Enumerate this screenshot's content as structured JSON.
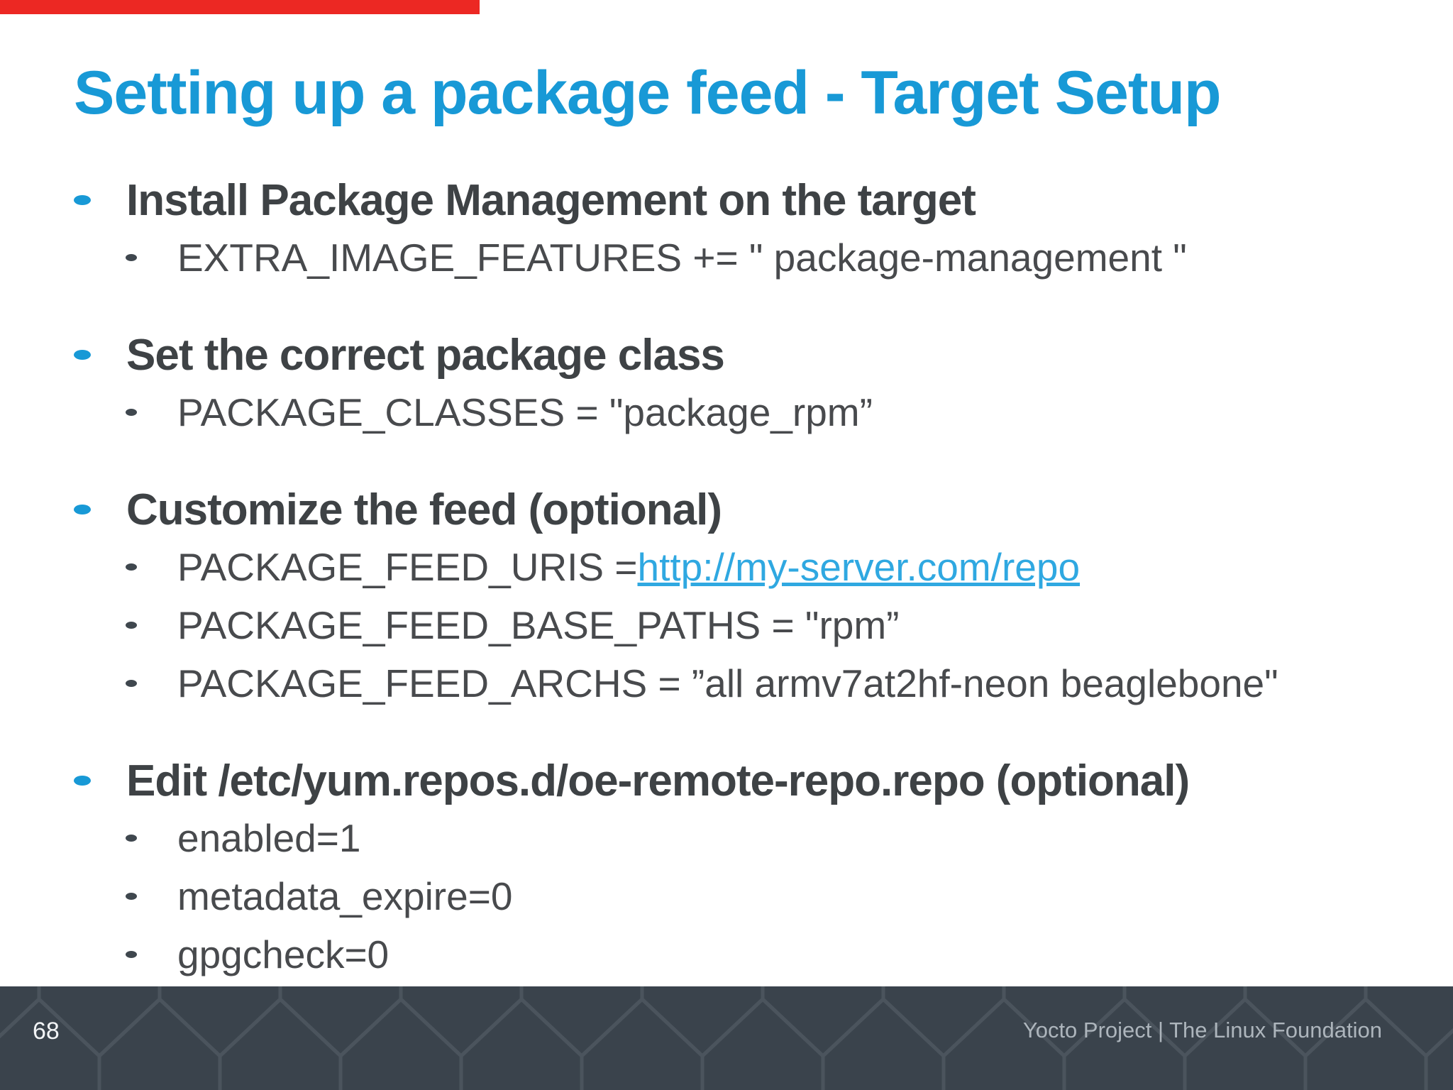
{
  "video_overlay": {
    "progress_color": "#ec2823",
    "progress_percent": 33
  },
  "slide": {
    "title": "Setting up a package feed - Target Setup",
    "title_color": "#1899d6",
    "sections": [
      {
        "heading": "Install Package Management on the target",
        "items": [
          {
            "text": "EXTRA_IMAGE_FEATURES += \" package-management \""
          }
        ]
      },
      {
        "heading": "Set the correct package class",
        "items": [
          {
            "text": "PACKAGE_CLASSES = \"package_rpm”"
          }
        ]
      },
      {
        "heading": "Customize the feed (optional)",
        "items": [
          {
            "prefix": "PACKAGE_FEED_URIS = ",
            "link": "http://my-server.com/repo"
          },
          {
            "text": "PACKAGE_FEED_BASE_PATHS = \"rpm”"
          },
          {
            "text": "PACKAGE_FEED_ARCHS = ”all armv7at2hf-neon beaglebone\""
          }
        ]
      },
      {
        "heading": "Edit /etc/yum.repos.d/oe-remote-repo.repo (optional)",
        "items": [
          {
            "text": "enabled=1"
          },
          {
            "text": "metadata_expire=0"
          },
          {
            "text": "gpgcheck=0"
          }
        ]
      }
    ]
  },
  "footer": {
    "page_number": "68",
    "credit": "Yocto Project | The Linux Foundation",
    "background_color": "#3a434c"
  }
}
